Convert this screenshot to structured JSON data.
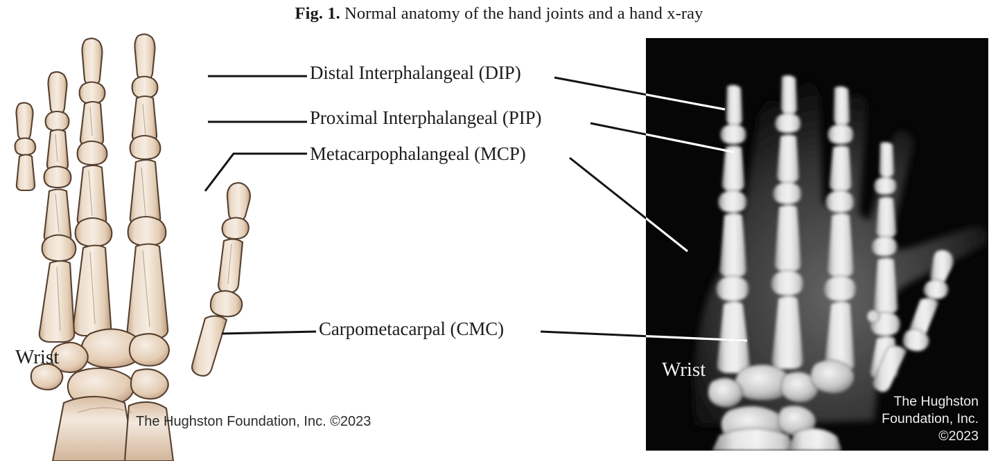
{
  "figure": {
    "number": "Fig. 1.",
    "caption": "Normal anatomy of the hand joints and a hand x-ray",
    "background_color": "#ffffff"
  },
  "labels": {
    "dip": "Distal Interphalangeal (DIP)",
    "pip": "Proximal Interphalangeal (PIP)",
    "mcp": "Metacarpophalangeal (MCP)",
    "cmc": "Carpometacarpal (CMC)"
  },
  "illustration_panel": {
    "type": "anatomical-drawing",
    "subject": "hand skeleton bones",
    "wrist_label": "Wrist",
    "credit": "The Hughston Foundation, Inc. ©2023",
    "bone_fill_color": "#e9d6c1",
    "bone_outline_color": "#55402f",
    "bone_shadow_color": "#bfa territory"
  },
  "xray_panel": {
    "type": "radiograph",
    "subject": "hand x-ray",
    "wrist_label": "Wrist",
    "credit_lines": [
      "The Hughston Foundation,",
      "Inc.",
      "©2023"
    ],
    "credit_line_1": "The Hughston",
    "credit_line_2": "Foundation, Inc.",
    "credit_line_3": "©2023",
    "background_color": "#050505",
    "bone_color": "#d8d8d8"
  },
  "leader_lines": {
    "color_on_white": "#111111",
    "color_on_xray": "#ffffff",
    "count": 8
  }
}
